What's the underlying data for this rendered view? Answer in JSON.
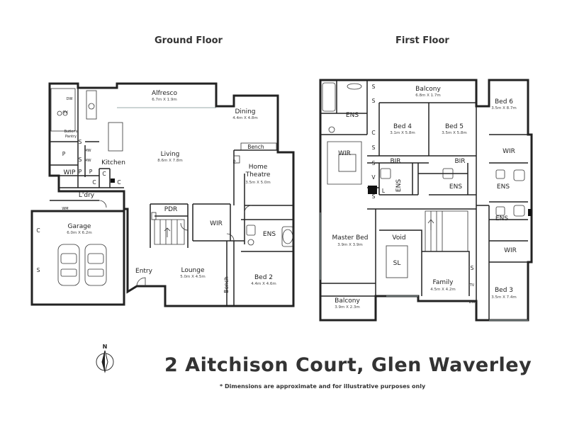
{
  "titles": {
    "ground": "Ground Floor",
    "first": "First Floor"
  },
  "address": "2 Aitchison Court, Glen Waverley",
  "note": "* Dimensions are approximate and for illustrative purposes only",
  "compass": "N",
  "ground_rooms": [
    {
      "label": "Alfresco",
      "dims": "6.7m X 1.9m"
    },
    {
      "label": "Dining",
      "dims": "4.4m X 4.8m"
    },
    {
      "label": "Living",
      "dims": "8.6m X 7.8m"
    },
    {
      "label": "Butler's\nPantry",
      "dims": ""
    },
    {
      "label": "Kitchen",
      "dims": ""
    },
    {
      "label": "Home\nTheatre",
      "dims": "3.5m X 5.0m"
    },
    {
      "label": "Bench",
      "dims": ""
    },
    {
      "label": "WIP",
      "dims": ""
    },
    {
      "label": "L'dry",
      "dims": ""
    },
    {
      "label": "Garage",
      "dims": "6.0m X 6.2m"
    },
    {
      "label": "PDR",
      "dims": ""
    },
    {
      "label": "WIR",
      "dims": ""
    },
    {
      "label": "ENS",
      "dims": ""
    },
    {
      "label": "Entry",
      "dims": ""
    },
    {
      "label": "Lounge",
      "dims": "5.0m X 4.5m"
    },
    {
      "label": "Bench",
      "dims": ""
    },
    {
      "label": "Bed 2",
      "dims": "4.4m X 4.6m"
    }
  ],
  "ground_fixtures": [
    "DW",
    "OV",
    "S",
    "MW",
    "S",
    "MW",
    "P",
    "P",
    "P",
    "C",
    "C",
    "C",
    "WM",
    "C",
    "S",
    "FP"
  ],
  "first_rooms": [
    {
      "label": "ENS",
      "dims": ""
    },
    {
      "label": "Balcony",
      "dims": "6.8m X 1.7m"
    },
    {
      "label": "Bed 4",
      "dims": "3.1m X 5.8m"
    },
    {
      "label": "Bed 5",
      "dims": "3.5m X 5.8m"
    },
    {
      "label": "Bed 6",
      "dims": "3.5m X 8.7m"
    },
    {
      "label": "WIR",
      "dims": ""
    },
    {
      "label": "BIR",
      "dims": ""
    },
    {
      "label": "BIR",
      "dims": ""
    },
    {
      "label": "ENS",
      "dims": ""
    },
    {
      "label": "ENS",
      "dims": ""
    },
    {
      "label": "WIR",
      "dims": ""
    },
    {
      "label": "ENS",
      "dims": ""
    },
    {
      "label": "ENS",
      "dims": ""
    },
    {
      "label": "Master Bed",
      "dims": "3.9m X 3.9m"
    },
    {
      "label": "Void",
      "dims": ""
    },
    {
      "label": "SL",
      "dims": ""
    },
    {
      "label": "WIR",
      "dims": ""
    },
    {
      "label": "Family",
      "dims": "4.5m X 4.2m"
    },
    {
      "label": "Bed 3",
      "dims": "3.5m X 7.4m"
    },
    {
      "label": "Balcony",
      "dims": "3.9m X 2.3m"
    }
  ],
  "first_fixtures": [
    "S",
    "S",
    "C",
    "S",
    "S",
    "V",
    "S",
    "L",
    "S",
    "TV",
    "DW"
  ]
}
